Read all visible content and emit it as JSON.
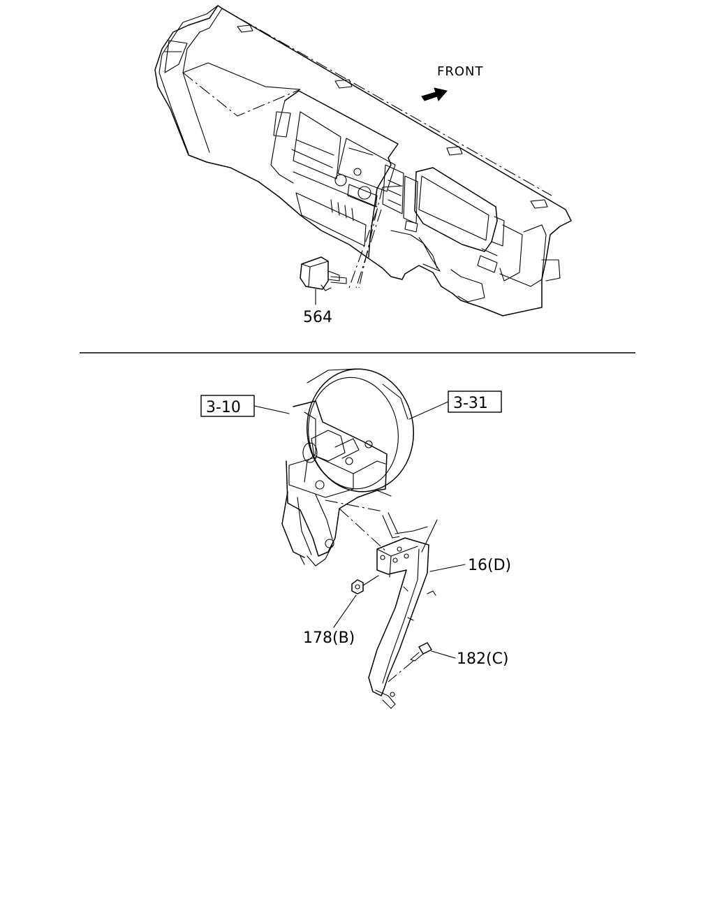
{
  "diagram": {
    "direction_label": "FRONT",
    "callouts": {
      "switch_part": "564",
      "ref_left": "3-10",
      "ref_right": "3-31",
      "bracket": "16(D)",
      "nut": "178(B)",
      "bolt": "182(C)"
    }
  }
}
